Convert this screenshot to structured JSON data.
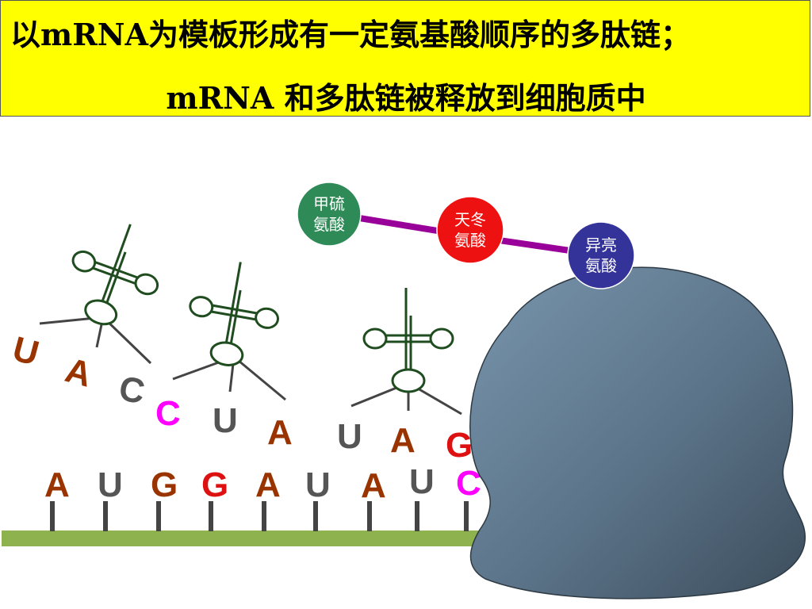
{
  "title": {
    "line1": "以mRNA为模板形成有一定氨基酸顺序的多肽链；",
    "line2": "mRNA 和多肽链被释放到细胞质中"
  },
  "amino_acids": [
    {
      "line1": "甲硫",
      "line2": "氨酸",
      "color": "#2e8b57"
    },
    {
      "line1": "天冬",
      "line2": "氨酸",
      "color": "#ee1111"
    },
    {
      "line1": "异亮",
      "line2": "氨酸",
      "color": "#333399"
    }
  ],
  "trna_anticodons": [
    [
      "U",
      "A",
      "C"
    ],
    [
      "C",
      "U",
      "A"
    ],
    [
      "U",
      "A",
      "G"
    ]
  ],
  "mrna_bases": [
    "A",
    "U",
    "G",
    "G",
    "A",
    "U",
    "A",
    "U",
    "C"
  ],
  "colors": {
    "A": "#993300",
    "U": "#555555",
    "G": "#993300",
    "C": "#ff00ff",
    "mrna_strand": "#8db24e",
    "ribosome": "#5a7388",
    "peptide_bond": "#990099",
    "trna": "#1f4d1f"
  }
}
